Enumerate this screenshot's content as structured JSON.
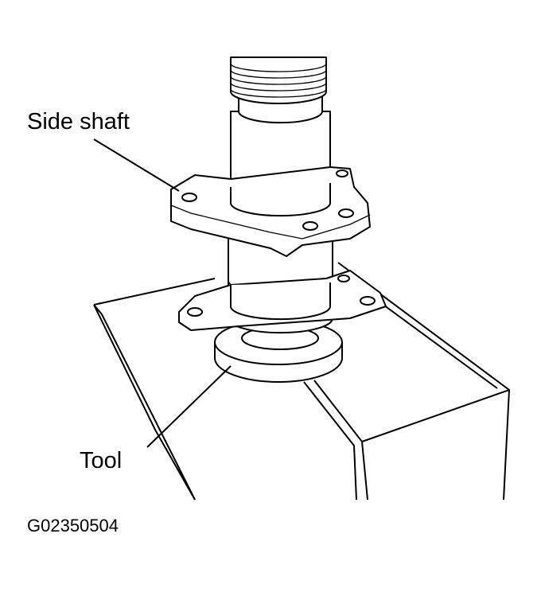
{
  "labels": {
    "side_shaft": "Side shaft",
    "tool": "Tool"
  },
  "figure_code": "G02350504"
}
